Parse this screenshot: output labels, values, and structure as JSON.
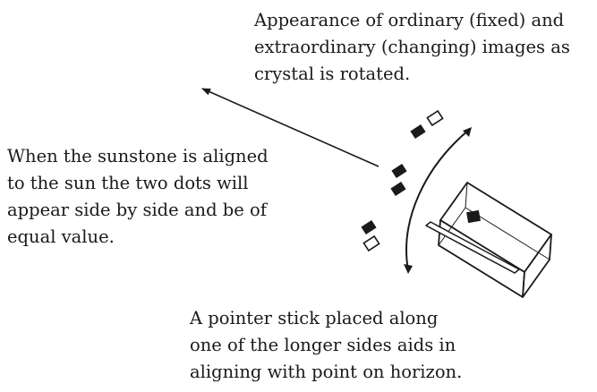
{
  "captions": {
    "top": [
      "Appearance of ordinary (fixed) and",
      "extraordinary (changing) images as",
      "crystal is rotated."
    ],
    "left": [
      "When the sunstone is aligned",
      "to the sun the two dots will",
      "appear side by side and be of",
      "equal value."
    ],
    "bottom": [
      "A pointer stick placed along",
      "one of the longer sides aids in",
      "aligning with point on horizon."
    ]
  },
  "colors": {
    "ink": "#1a1a1a",
    "paper": "#ffffff"
  }
}
